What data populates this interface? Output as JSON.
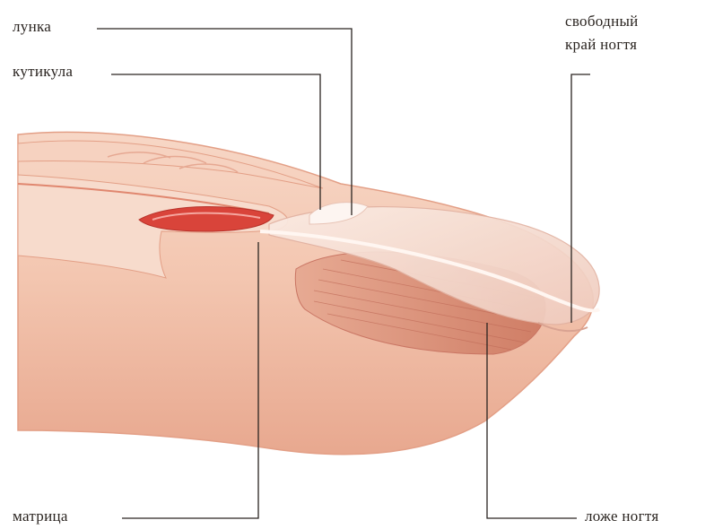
{
  "diagram": {
    "labels": {
      "lunula": "лунка",
      "cuticle": "кутикула",
      "free_edge_line1": "свободный",
      "free_edge_line2": "край ногтя",
      "matrix": "матрица",
      "nail_bed": "ложе ногтя"
    },
    "colors": {
      "skin": "#f3c9b4",
      "skin_shadow": "#e39f86",
      "skin_highlight": "#fbe6da",
      "nail_plate": "#f6e1d8",
      "nail_bed": "#d98f77",
      "matrix": "#d9443a",
      "leader_line": "#2a2420"
    }
  }
}
